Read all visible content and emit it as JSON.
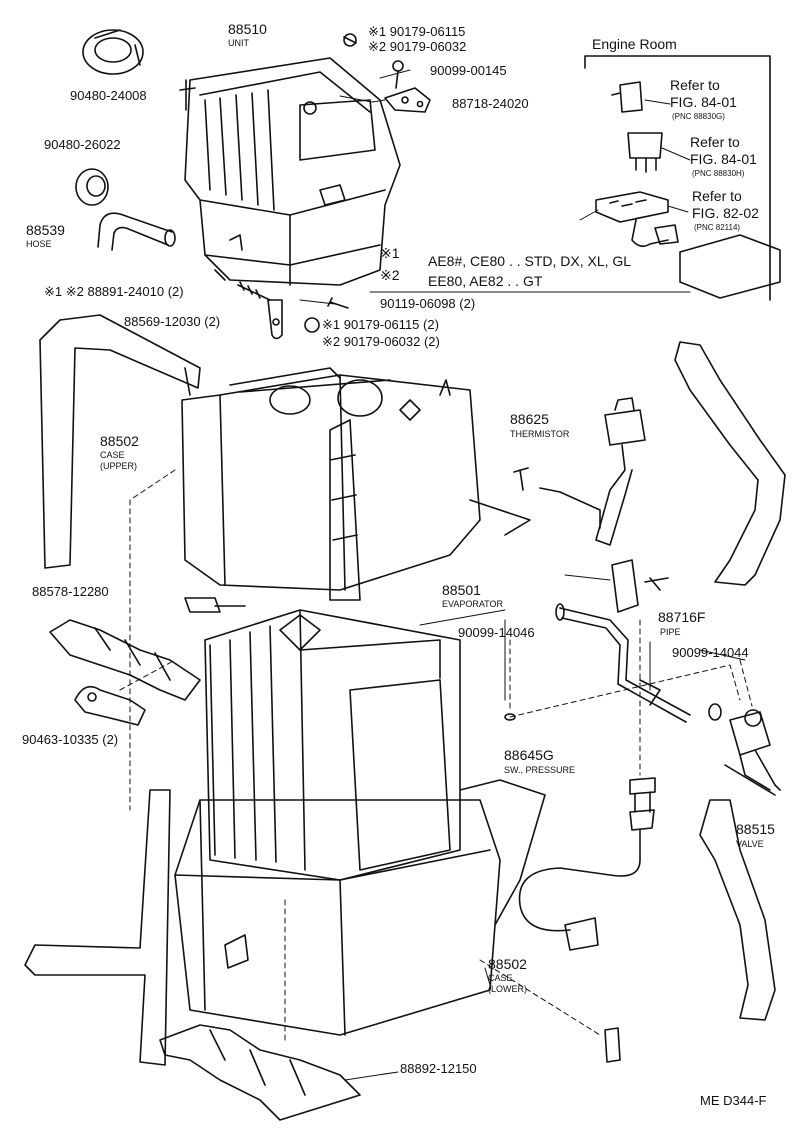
{
  "diagram_code": "ME D344-F",
  "engine_room": {
    "title": "Engine Room",
    "refs": [
      {
        "refer": "Refer to",
        "fig": "FIG. 84-01",
        "pnc": "(PNC 88830G)"
      },
      {
        "refer": "Refer to",
        "fig": "FIG. 84-01",
        "pnc": "(PNC 88830H)"
      },
      {
        "refer": "Refer to",
        "fig": "FIG. 82-02",
        "pnc": "(PNC 82114)"
      }
    ]
  },
  "notes": {
    "note1_mark": "※1",
    "note1_text": "AE8#, CE80 . . STD, DX, XL, GL",
    "note2_mark": "※2",
    "note2_text": "EE80, AE82 . . GT"
  },
  "parts": {
    "p88510": {
      "num": "88510",
      "name": "UNIT"
    },
    "p90179_06115_top": "※1 90179-06115",
    "p90179_06032_top": "※2 90179-06032",
    "p90099_00145": "90099-00145",
    "p88718_24020": "88718-24020",
    "p90480_24008": "90480-24008",
    "p90480_26022": "90480-26022",
    "p88539": {
      "num": "88539",
      "name": "HOSE"
    },
    "p88891_24010": "※1 ※2 88891-24010 (2)",
    "p90119_06098": "90119-06098 (2)",
    "p88569_12030": "88569-12030 (2)",
    "p90179_06115_bot": "※1 90179-06115 (2)",
    "p90179_06032_bot": "※2 90179-06032 (2)",
    "p88502_upper": {
      "num": "88502",
      "name": "CASE",
      "qual": "(UPPER)"
    },
    "p88625": {
      "num": "88625",
      "name": "THERMISTOR"
    },
    "p88578_12280": "88578-12280",
    "p88501": {
      "num": "88501",
      "name": "EVAPORATOR"
    },
    "p90099_14046": "90099-14046",
    "p88716F": {
      "num": "88716F",
      "name": "PIPE"
    },
    "p90099_14044": "90099-14044",
    "p90463_10335": "90463-10335 (2)",
    "p88645G": {
      "num": "88645G",
      "name": "SW., PRESSURE"
    },
    "p88515": {
      "num": "88515",
      "name": "VALVE"
    },
    "p88502_lower": {
      "num": "88502",
      "name": "CASE",
      "qual": "(LOWER)"
    },
    "p88892_12150": "88892-12150"
  }
}
